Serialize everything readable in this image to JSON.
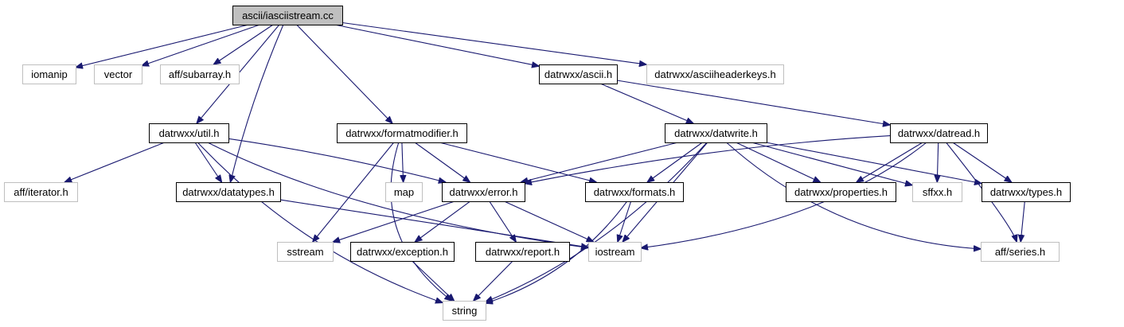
{
  "diagram": {
    "kind": "include-dependency-graph",
    "edge_color": "#191970",
    "root_fill": "#bfbfbf",
    "documented_border": "#000000",
    "external_border": "#bfbfbf",
    "nodes": [
      {
        "id": "root",
        "label": "ascii/iasciistream.cc",
        "kind": "root"
      },
      {
        "id": "iomanip",
        "label": "iomanip",
        "kind": "external"
      },
      {
        "id": "vector",
        "label": "vector",
        "kind": "external"
      },
      {
        "id": "subarray",
        "label": "aff/subarray.h",
        "kind": "external"
      },
      {
        "id": "ascii",
        "label": "datrwxx/ascii.h",
        "kind": "documented"
      },
      {
        "id": "asciiheaderkeys",
        "label": "datrwxx/asciiheaderkeys.h",
        "kind": "external"
      },
      {
        "id": "util",
        "label": "datrwxx/util.h",
        "kind": "documented"
      },
      {
        "id": "formatmodifier",
        "label": "datrwxx/formatmodifier.h",
        "kind": "documented"
      },
      {
        "id": "datwrite",
        "label": "datrwxx/datwrite.h",
        "kind": "documented"
      },
      {
        "id": "datread",
        "label": "datrwxx/datread.h",
        "kind": "documented"
      },
      {
        "id": "iterator",
        "label": "aff/iterator.h",
        "kind": "external"
      },
      {
        "id": "datatypes",
        "label": "datrwxx/datatypes.h",
        "kind": "documented"
      },
      {
        "id": "map",
        "label": "map",
        "kind": "external"
      },
      {
        "id": "error",
        "label": "datrwxx/error.h",
        "kind": "documented"
      },
      {
        "id": "formats",
        "label": "datrwxx/formats.h",
        "kind": "documented"
      },
      {
        "id": "properties",
        "label": "datrwxx/properties.h",
        "kind": "documented"
      },
      {
        "id": "sffxx",
        "label": "sffxx.h",
        "kind": "external"
      },
      {
        "id": "types",
        "label": "datrwxx/types.h",
        "kind": "documented"
      },
      {
        "id": "sstream",
        "label": "sstream",
        "kind": "external"
      },
      {
        "id": "exception",
        "label": "datrwxx/exception.h",
        "kind": "documented"
      },
      {
        "id": "report",
        "label": "datrwxx/report.h",
        "kind": "documented"
      },
      {
        "id": "iostream",
        "label": "iostream",
        "kind": "external"
      },
      {
        "id": "series",
        "label": "aff/series.h",
        "kind": "external"
      },
      {
        "id": "string",
        "label": "string",
        "kind": "external"
      }
    ],
    "edges": [
      [
        "root",
        "iomanip"
      ],
      [
        "root",
        "vector"
      ],
      [
        "root",
        "subarray"
      ],
      [
        "root",
        "ascii"
      ],
      [
        "root",
        "asciiheaderkeys"
      ],
      [
        "root",
        "util"
      ],
      [
        "root",
        "datatypes"
      ],
      [
        "root",
        "formatmodifier"
      ],
      [
        "ascii",
        "datwrite"
      ],
      [
        "ascii",
        "datread"
      ],
      [
        "util",
        "iterator"
      ],
      [
        "util",
        "datatypes"
      ],
      [
        "util",
        "error"
      ],
      [
        "util",
        "iostream"
      ],
      [
        "util",
        "string"
      ],
      [
        "formatmodifier",
        "map"
      ],
      [
        "formatmodifier",
        "error"
      ],
      [
        "formatmodifier",
        "formats"
      ],
      [
        "formatmodifier",
        "sstream"
      ],
      [
        "formatmodifier",
        "string"
      ],
      [
        "datwrite",
        "error"
      ],
      [
        "datwrite",
        "formats"
      ],
      [
        "datwrite",
        "properties"
      ],
      [
        "datwrite",
        "sffxx"
      ],
      [
        "datwrite",
        "types"
      ],
      [
        "datwrite",
        "iostream"
      ],
      [
        "datwrite",
        "string"
      ],
      [
        "datwrite",
        "series"
      ],
      [
        "datread",
        "error"
      ],
      [
        "datread",
        "properties"
      ],
      [
        "datread",
        "sffxx"
      ],
      [
        "datread",
        "types"
      ],
      [
        "datread",
        "iostream"
      ],
      [
        "datread",
        "series"
      ],
      [
        "datatypes",
        "iostream"
      ],
      [
        "error",
        "sstream"
      ],
      [
        "error",
        "exception"
      ],
      [
        "error",
        "report"
      ],
      [
        "error",
        "iostream"
      ],
      [
        "formats",
        "iostream"
      ],
      [
        "formats",
        "string"
      ],
      [
        "types",
        "series"
      ],
      [
        "exception",
        "string"
      ],
      [
        "report",
        "string"
      ]
    ]
  }
}
